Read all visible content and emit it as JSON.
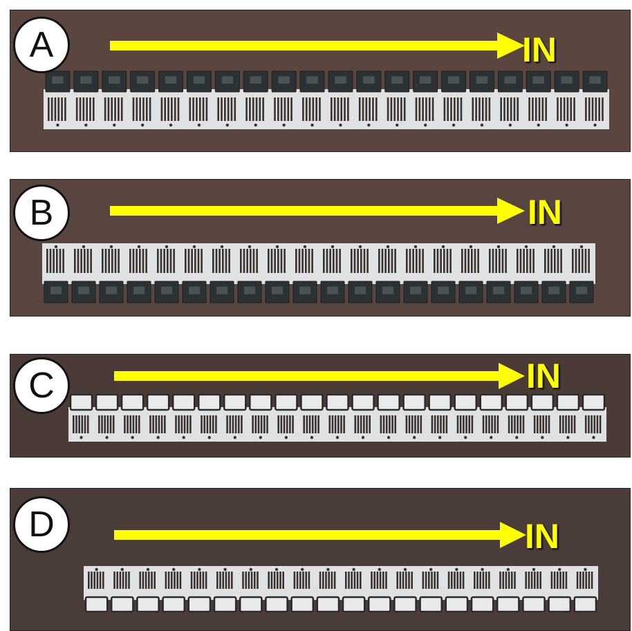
{
  "colors": {
    "background_A": "#5a463f",
    "background_B": "#584540",
    "background_C": "#4a3b37",
    "background_D": "#4a3c38",
    "arrow": "#ffff00",
    "frame": "#dfe1e3",
    "component_dark": "#2c3234",
    "component_white": "#e9ebeb"
  },
  "panels": [
    {
      "id": "A",
      "label": "A",
      "direction_label": "IN",
      "component_side": "top",
      "component_color": "dark",
      "background": "background_A"
    },
    {
      "id": "B",
      "label": "B",
      "direction_label": "IN",
      "component_side": "bottom",
      "component_color": "dark",
      "background": "background_B"
    },
    {
      "id": "C",
      "label": "C",
      "direction_label": "IN",
      "component_side": "top",
      "component_color": "white",
      "background": "background_C"
    },
    {
      "id": "D",
      "label": "D",
      "direction_label": "IN",
      "component_side": "bottom",
      "component_color": "white",
      "background": "background_D"
    }
  ]
}
